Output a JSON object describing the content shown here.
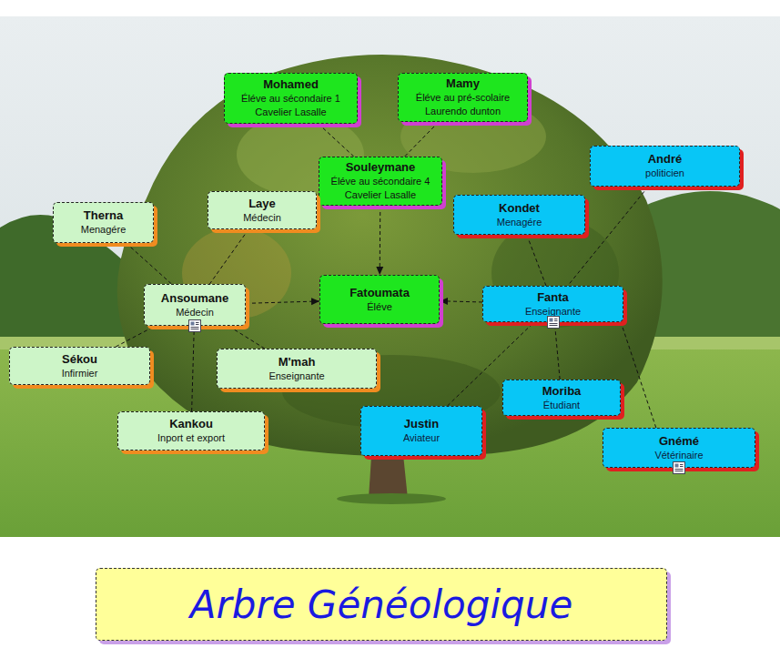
{
  "diagram": {
    "title": "Arbre Généologique",
    "nodes": [
      {
        "text": [
          "Mohamed",
          "Éléve au sécondaire 1 Cavelier Lasalle"
        ]
      },
      {
        "text": [
          "Mamy",
          "Éléve au pré-scolaire Laurendo dunton"
        ]
      },
      {
        "text": [
          "André",
          "politicien"
        ]
      },
      {
        "text": [
          "Souleymane",
          "Éléve au sécondaire 4 Cavelier Lasalle"
        ]
      },
      {
        "text": [
          "Laye",
          "Médecin"
        ]
      },
      {
        "text": [
          "Kondet",
          "Menagére"
        ]
      },
      {
        "text": [
          "Therna",
          "Menagére"
        ]
      },
      {
        "text": [
          "Fatoumata",
          "Éléve"
        ]
      },
      {
        "text": [
          "Ansoumane",
          "Médecin"
        ]
      },
      {
        "text": [
          "Fanta",
          "Enseignante"
        ]
      },
      {
        "text": [
          "Sékou",
          "Infirmier"
        ]
      },
      {
        "text": [
          "M'mah",
          "Enseignante"
        ]
      },
      {
        "text": [
          "Moriba",
          "Étudiant"
        ]
      },
      {
        "text": [
          "Justin",
          "Aviateur"
        ]
      },
      {
        "text": [
          "Kankou",
          "Inport et export"
        ]
      },
      {
        "text": [
          "Gnémé",
          "Vétérinaire"
        ]
      }
    ],
    "edges": [
      {
        "from": 0,
        "to": 3,
        "arrow": "none"
      },
      {
        "from": 1,
        "to": 3,
        "arrow": "none"
      },
      {
        "from": 3,
        "to": 7,
        "arrow": "to"
      },
      {
        "from": 8,
        "to": 7,
        "arrow": "to"
      },
      {
        "from": 9,
        "to": 7,
        "arrow": "to"
      },
      {
        "from": 6,
        "to": 8,
        "arrow": "none"
      },
      {
        "from": 4,
        "to": 8,
        "arrow": "none"
      },
      {
        "from": 10,
        "to": 8,
        "arrow": "none"
      },
      {
        "from": 11,
        "to": 8,
        "arrow": "none"
      },
      {
        "from": 14,
        "to": 8,
        "arrow": "none"
      },
      {
        "from": 2,
        "to": 9,
        "arrow": "none"
      },
      {
        "from": 5,
        "to": 9,
        "arrow": "none"
      },
      {
        "from": 12,
        "to": 9,
        "arrow": "none"
      },
      {
        "from": 13,
        "to": 9,
        "arrow": "none"
      },
      {
        "from": 15,
        "to": 9,
        "arrow": "none"
      }
    ]
  }
}
